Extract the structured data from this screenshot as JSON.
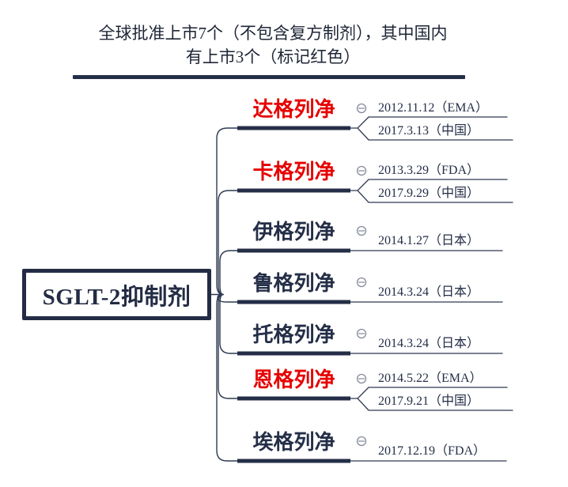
{
  "title": {
    "line1": "全球批准上市7个（不包含复方制剂），其中国内",
    "line2": "有上市3个（标记红色）"
  },
  "root": {
    "label": "SGLT-2抑制剂"
  },
  "branches": [
    {
      "name": "达格列净",
      "highlight": true,
      "dates": [
        "2012.11.12（EMA）",
        "2017.3.13（中国）"
      ]
    },
    {
      "name": "卡格列净",
      "highlight": true,
      "dates": [
        "2013.3.29（FDA）",
        "2017.9.29（中国）"
      ]
    },
    {
      "name": "伊格列净",
      "highlight": false,
      "dates": [
        "2014.1.27（日本）"
      ]
    },
    {
      "name": "鲁格列净",
      "highlight": false,
      "dates": [
        "2014.3.24（日本）"
      ]
    },
    {
      "name": "托格列净",
      "highlight": false,
      "dates": [
        "2014.3.24（日本）"
      ]
    },
    {
      "name": "恩格列净",
      "highlight": true,
      "dates": [
        "2014.5.22（EMA）",
        "2017.9.21（中国）"
      ]
    },
    {
      "name": "埃格列净",
      "highlight": false,
      "dates": [
        "2017.12.19（FDA）"
      ]
    }
  ],
  "icons": {
    "collapse": "minus-circle-icon"
  },
  "colors": {
    "navy": "#242e47",
    "red": "#e60000",
    "thin_line": "#2f3951",
    "collapse_icon": "#858c9c",
    "background": "#ffffff"
  }
}
